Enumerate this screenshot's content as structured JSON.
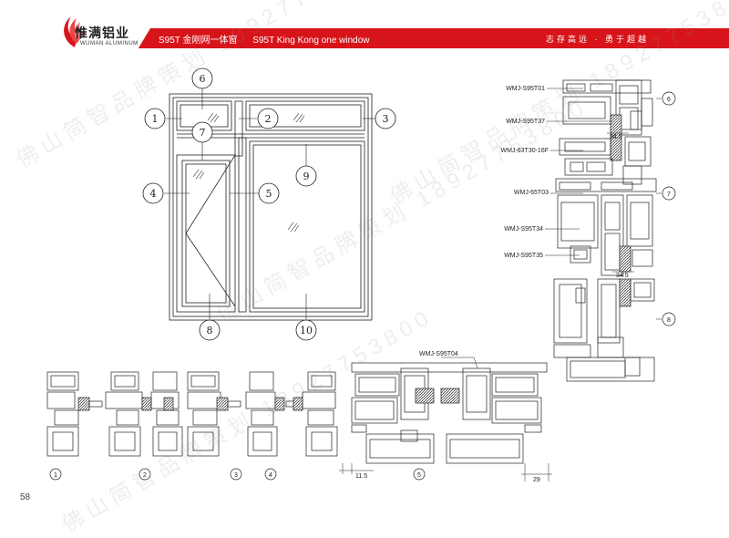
{
  "brand": {
    "name": "惟满铝业",
    "name_en": "WUMAN ALUMINUM"
  },
  "header": {
    "title_cn": "S95T 金刚网一体窗",
    "title_en": "S95T King Kong one window",
    "slogan": "志存高远 · 勇于超越"
  },
  "page_number": "58",
  "watermarks": [
    "佛山简智品牌策划 18927753800",
    "佛山简智品牌策划 18927753800",
    "佛山简智品牌策划 18927753800",
    "佛山简智品牌策划 18927753800"
  ],
  "window_callouts": [
    "1",
    "2",
    "3",
    "4",
    "5",
    "6",
    "7",
    "8",
    "9",
    "10"
  ],
  "profile_labels": [
    "WMJ-S95T01",
    "WMJ-S95T37",
    "WMJ-63T30-16F",
    "WMJ-65T03",
    "WMJ-S95T34",
    "WMJ-S95T35",
    "WMJ-S95T04"
  ],
  "right_section_markers": [
    "6",
    "7",
    "8"
  ],
  "bottom_section_markers": [
    "1",
    "2",
    "3",
    "4",
    "5"
  ],
  "dimensions": {
    "d1": "34.5",
    "d2": "34.5",
    "d3": "11.5",
    "d4": "29"
  }
}
